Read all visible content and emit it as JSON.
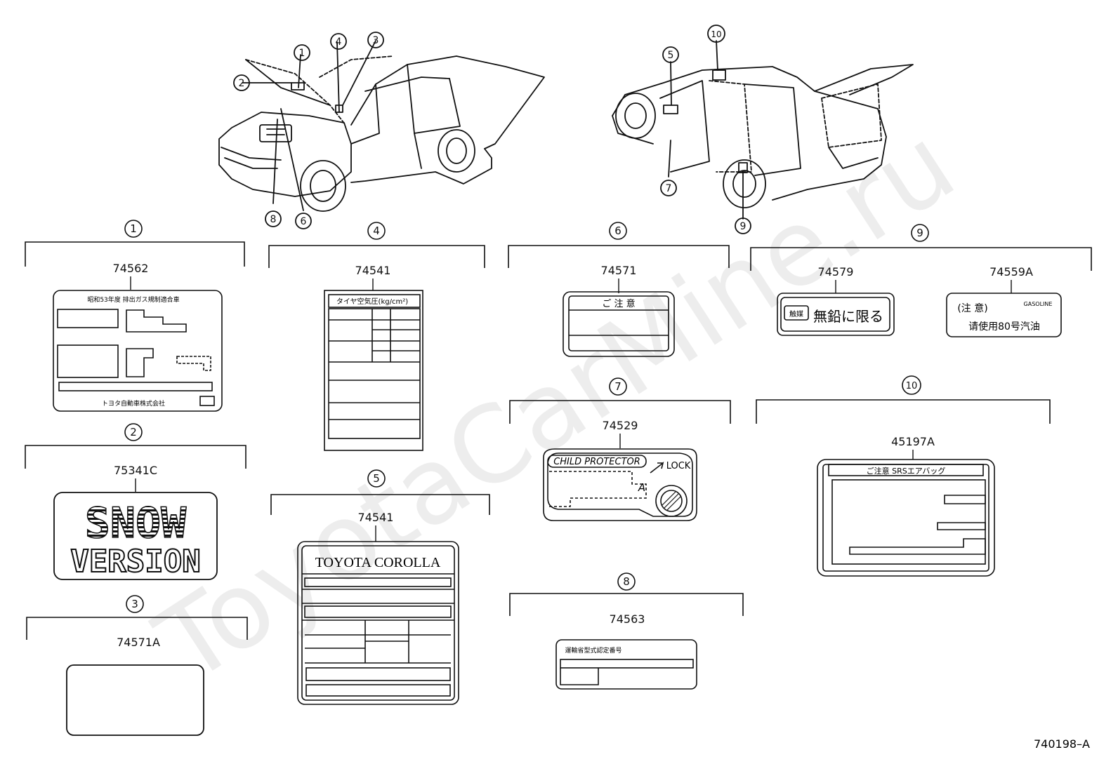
{
  "watermark": "ToyotaCarMine.ru",
  "diagram_code": "740198–A",
  "callouts": [
    "1",
    "2",
    "3",
    "4",
    "5",
    "6",
    "7",
    "8",
    "9",
    "10"
  ],
  "sections": {
    "s1": {
      "marker": "1",
      "parts": [
        "74562"
      ]
    },
    "s2": {
      "marker": "2",
      "parts": [
        "75341C"
      ]
    },
    "s3": {
      "marker": "3",
      "parts": [
        "74571A"
      ]
    },
    "s4": {
      "marker": "4",
      "parts": [
        "74541"
      ]
    },
    "s5": {
      "marker": "5",
      "parts": [
        "74541"
      ]
    },
    "s6": {
      "marker": "6",
      "parts": [
        "74571"
      ]
    },
    "s7": {
      "marker": "7",
      "parts": [
        "74529"
      ]
    },
    "s8": {
      "marker": "8",
      "parts": [
        "74563"
      ]
    },
    "s9": {
      "marker": "9",
      "parts": [
        "74579",
        "74559A"
      ]
    },
    "s10": {
      "marker": "10",
      "parts": [
        "45197A"
      ]
    }
  },
  "label_text": {
    "emission_header": "昭和53年度 排出ガス規制適合車",
    "emission_footer": "トヨタ自動車株式会社",
    "snow_line1": "SNOW",
    "snow_line2": "VERSION",
    "tire_header": "タイヤ空気圧(kg/cm²)",
    "model_name": "TOYOTA COROLLA",
    "caution_header": "ご 注 意",
    "child_protector": "CHILD PROTECTOR",
    "lock": "LOCK",
    "lock_marker": "A",
    "type_approval": "運輸省型式認定番号",
    "unleaded_box": "触媒",
    "unleaded_text": "無鉛に限る",
    "gasoline_header": "(注 意)",
    "gasoline_tag": "GASOLINE",
    "gasoline_text": "请使用80号汽油",
    "srs_header": "ご注意  SRSエアバッグ"
  }
}
